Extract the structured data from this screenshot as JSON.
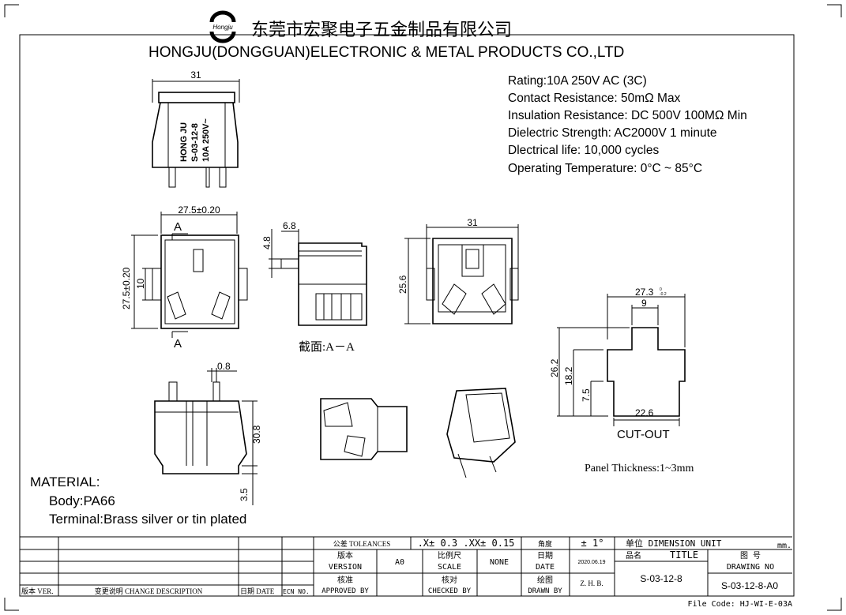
{
  "header": {
    "logo_text": "Hongju",
    "company_cn": "东莞市宏聚电子五金制品有限公司",
    "company_en": "HONGJU(DONGGUAN)ELECTRONIC & METAL PRODUCTS CO.,LTD"
  },
  "specs": [
    "Rating:10A 250V AC (3C)",
    "Contact Resistance: 50mΩ Max",
    "Insulation Resistance: DC 500V 100MΩ Min",
    "Dielectric Strength: AC2000V 1 minute",
    "Dlectrical life: 10,000 cycles",
    "Operating Temperature: 0°C ~ 85°C"
  ],
  "top_view": {
    "width": "31",
    "marking": [
      "HONG JU",
      "S-03-12-8",
      "10A 250V~"
    ]
  },
  "front_view": {
    "width": "27.5±0.20",
    "height": "27.5±0.20",
    "offset": "10",
    "section_mark": "A"
  },
  "section_view": {
    "dim1": "6.8",
    "dim2": "4.8",
    "caption": "截面:A－A"
  },
  "rear_view": {
    "width": "31",
    "height": "25.6"
  },
  "side_view": {
    "pin": "0.8",
    "height": "30.8",
    "bottom": "3.5"
  },
  "cutout": {
    "width": "27.3",
    "tol_upper": "0",
    "tol_lower": "-0.2",
    "top": "9",
    "height": "26.2",
    "mid": "18.2",
    "low": "7.5",
    "bottom": "22.6",
    "title": "CUT-OUT"
  },
  "panel_thickness": "Panel Thickness:1~3mm",
  "material": {
    "title": "MATERIAL:",
    "body": "Body:PA66",
    "terminal": "Terminal:Brass  silver or tin plated"
  },
  "title_block": {
    "tolerances_label": "公差 TOLEANCES",
    "tolerances_value": ".X± 0.3 .XX± 0.15",
    "angle_label": "角度",
    "angle_value": "± 1°",
    "unit_label": "单位 DIMENSION UNIT",
    "unit_value": "mm.",
    "version_cn": "版本",
    "version_en": "VERSION",
    "version_value": "A0",
    "scale_cn": "比例尺",
    "scale_en": "SCALE",
    "scale_value": "NONE",
    "date_cn": "日期",
    "date_en": "DATE",
    "date_value": "2020.06.19",
    "title_cn": "品名",
    "title_en": "TITLE",
    "title_value": "S-03-12-8",
    "drawing_cn": "图 号",
    "drawing_en": "DRAWING NO",
    "drawing_value": "S-03-12-8-A0",
    "approved_cn": "核准",
    "approved_en": "APPROVED BY",
    "checked_cn": "核对",
    "checked_en": "CHECKED BY",
    "drawn_cn": "绘图",
    "drawn_en": "DRAWN BY",
    "drawn_value": "Z. H. B.",
    "rev_ver": "版本 VER.",
    "rev_desc": "变更说明 CHANGE DESCRIPTION",
    "rev_date": "日期 DATE",
    "rev_ecn": "ECN NO."
  },
  "file_code": "File Code: HJ-WI-E-03A"
}
